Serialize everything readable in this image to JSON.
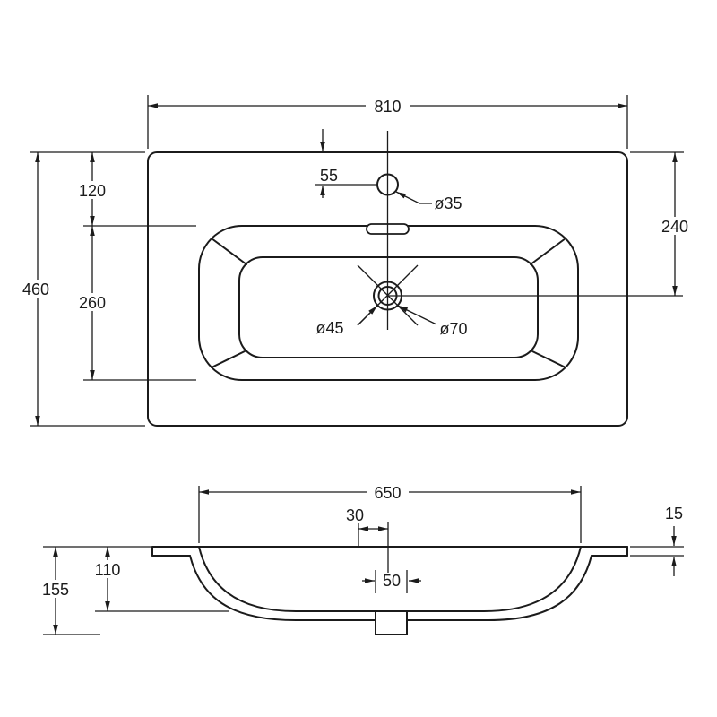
{
  "meta": {
    "line_color": "#1b1b1b",
    "background_color": "#ffffff"
  },
  "top_view": {
    "width": "810",
    "depth": "460",
    "back_edge_to_bowl": "120",
    "bowl_span": "260",
    "drain_center_from_back": "240",
    "faucet_center_from_back": "55",
    "faucet_hole_dia": "ø35",
    "drain_hole_dia": "ø45",
    "drain_recess_dia": "ø70"
  },
  "section_view": {
    "bowl_width": "650",
    "overflow_to_drain": "30",
    "rim_edge_thickness": "15",
    "bowl_inner_depth": "110",
    "overall_height": "155",
    "drain_outlet_width": "50"
  }
}
